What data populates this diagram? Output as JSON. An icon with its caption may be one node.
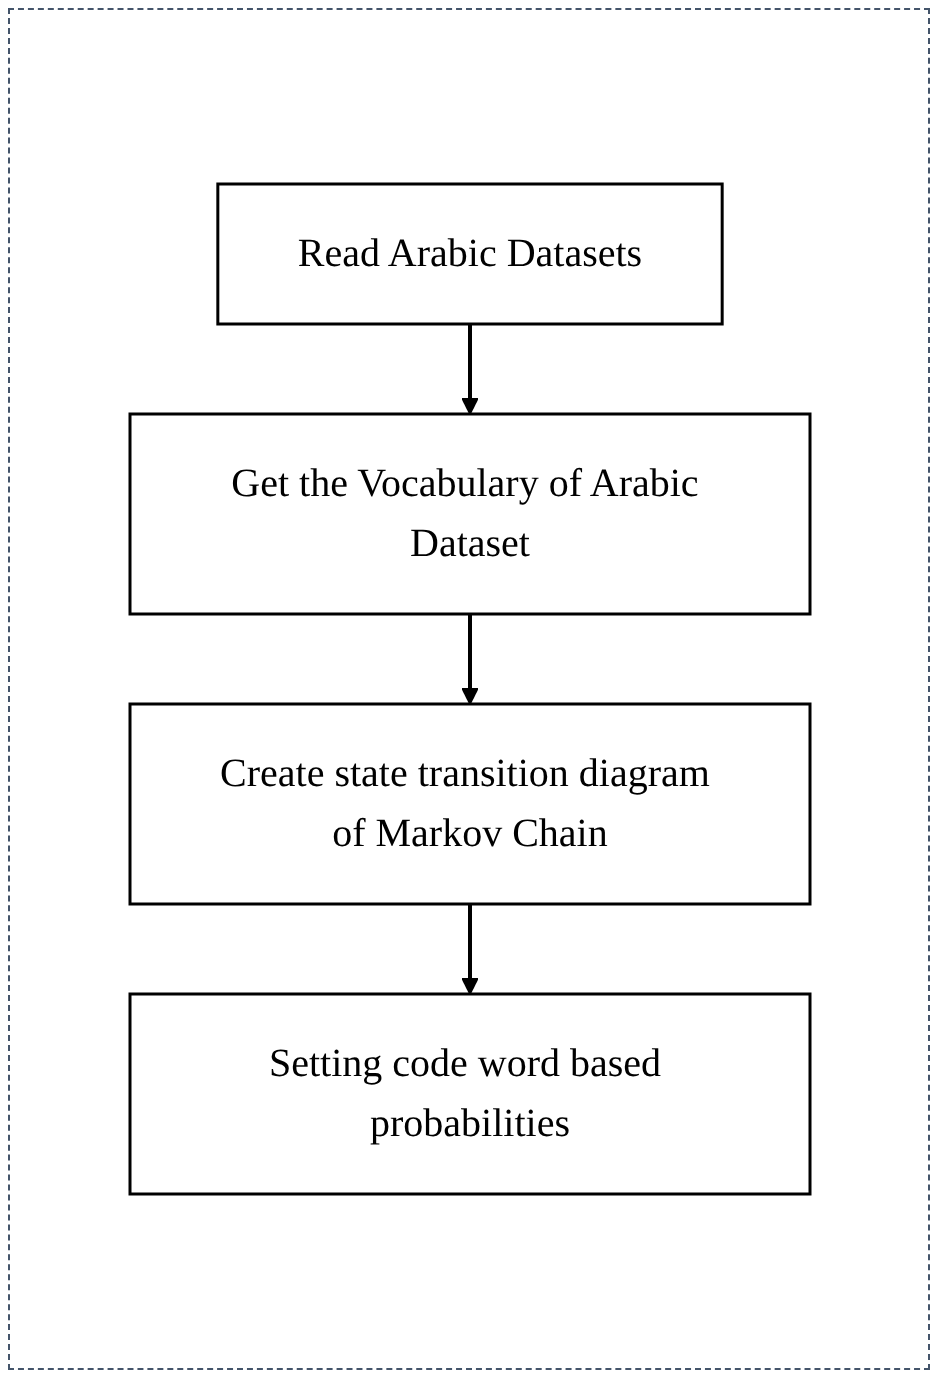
{
  "diagram": {
    "nodes": [
      {
        "text": [
          "Read Arabic Datasets"
        ]
      },
      {
        "text": [
          "Get the Vocabulary of Arabic Dataset"
        ]
      },
      {
        "text": [
          "Create state transition diagram of Markov Chain"
        ]
      },
      {
        "text": [
          "Setting code word based probabilities"
        ]
      }
    ],
    "edges": [
      {
        "from": 0,
        "to": 1,
        "arrow": "to"
      },
      {
        "from": 1,
        "to": 2,
        "arrow": "to"
      },
      {
        "from": 2,
        "to": 3,
        "arrow": "to"
      }
    ]
  }
}
